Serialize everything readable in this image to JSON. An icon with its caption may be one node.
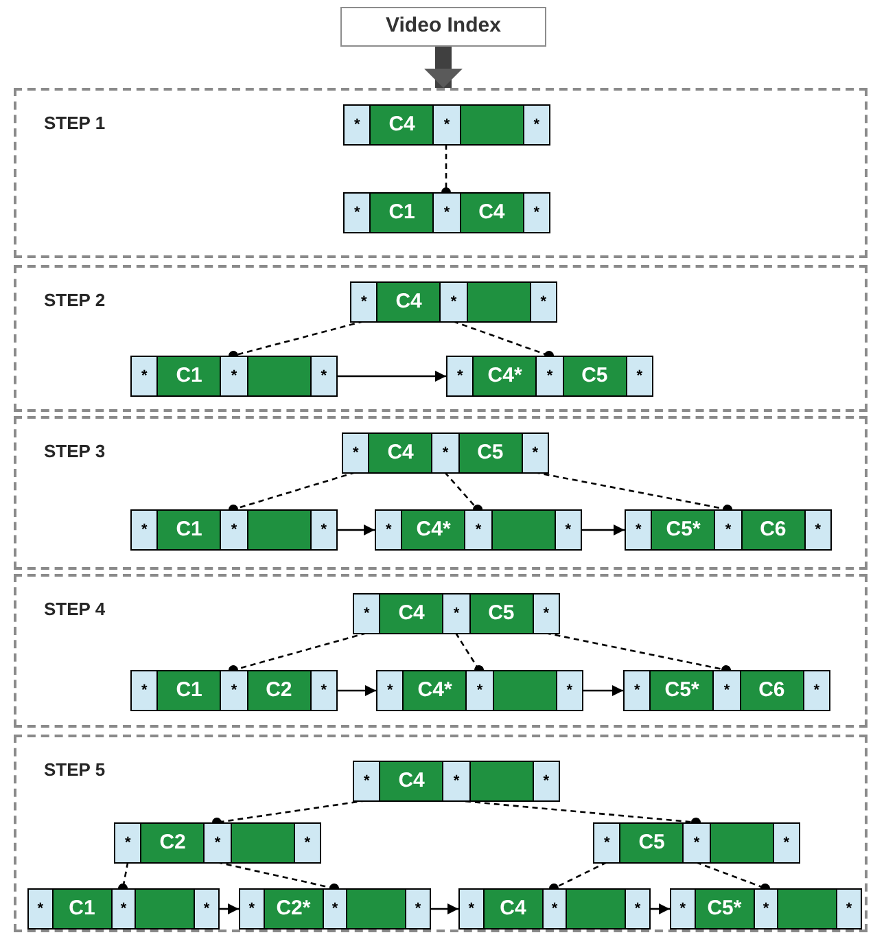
{
  "diagram": {
    "nodes": [
      {
        "text": [
          "Video Index"
        ]
      },
      {
        "text": [
          "STEP 1"
        ]
      },
      {
        "text": [],
        "shape": "box",
        "in": 1
      },
      {
        "text": [
          "*"
        ],
        "in": 2
      },
      {
        "text": [
          "C4"
        ],
        "in": 2
      },
      {
        "text": [
          "*"
        ],
        "in": 2
      },
      {
        "text": [],
        "shape": "box",
        "in": 2
      },
      {
        "text": [
          "*"
        ],
        "in": 2
      },
      {
        "text": [],
        "shape": "box",
        "in": 1
      },
      {
        "text": [
          "*"
        ],
        "in": 8
      },
      {
        "text": [
          "C1"
        ],
        "in": 8
      },
      {
        "text": [
          "*"
        ],
        "in": 8
      },
      {
        "text": [
          "C4"
        ],
        "in": 8
      },
      {
        "text": [
          "*"
        ],
        "in": 8
      },
      {
        "text": [
          "STEP 2"
        ]
      },
      {
        "text": [],
        "shape": "box",
        "in": 14
      },
      {
        "text": [
          "*"
        ],
        "in": 15
      },
      {
        "text": [
          "C4"
        ],
        "in": 15
      },
      {
        "text": [
          "*"
        ],
        "in": 15
      },
      {
        "text": [],
        "shape": "box",
        "in": 15
      },
      {
        "text": [
          "*"
        ],
        "in": 15
      },
      {
        "text": [],
        "shape": "box",
        "in": 14
      },
      {
        "text": [
          "*"
        ],
        "in": 21
      },
      {
        "text": [
          "C1"
        ],
        "in": 21
      },
      {
        "text": [
          "*"
        ],
        "in": 21
      },
      {
        "text": [],
        "shape": "box",
        "in": 21
      },
      {
        "text": [
          "*"
        ],
        "in": 21
      },
      {
        "text": [],
        "shape": "box",
        "in": 14
      },
      {
        "text": [
          "*"
        ],
        "in": 27
      },
      {
        "text": [
          "C4*"
        ],
        "in": 27
      },
      {
        "text": [
          "*"
        ],
        "in": 27
      },
      {
        "text": [
          "C5"
        ],
        "in": 27
      },
      {
        "text": [
          "*"
        ],
        "in": 27
      },
      {
        "text": [
          "STEP 3"
        ]
      },
      {
        "text": [],
        "shape": "box",
        "in": 33
      },
      {
        "text": [
          "*"
        ],
        "in": 34
      },
      {
        "text": [
          "C4"
        ],
        "in": 34
      },
      {
        "text": [
          "*"
        ],
        "in": 34
      },
      {
        "text": [
          "C5"
        ],
        "in": 34
      },
      {
        "text": [
          "*"
        ],
        "in": 34
      },
      {
        "text": [],
        "shape": "box",
        "in": 33
      },
      {
        "text": [
          "*"
        ],
        "in": 40
      },
      {
        "text": [
          "C1"
        ],
        "in": 40
      },
      {
        "text": [
          "*"
        ],
        "in": 40
      },
      {
        "text": [],
        "shape": "box",
        "in": 40
      },
      {
        "text": [
          "*"
        ],
        "in": 40
      },
      {
        "text": [],
        "shape": "box",
        "in": 33
      },
      {
        "text": [
          "*"
        ],
        "in": 46
      },
      {
        "text": [
          "C4*"
        ],
        "in": 46
      },
      {
        "text": [
          "*"
        ],
        "in": 46
      },
      {
        "text": [],
        "shape": "box",
        "in": 46
      },
      {
        "text": [
          "*"
        ],
        "in": 46
      },
      {
        "text": [],
        "shape": "box",
        "in": 33
      },
      {
        "text": [
          "*"
        ],
        "in": 52
      },
      {
        "text": [
          "C5*"
        ],
        "in": 52
      },
      {
        "text": [
          "*"
        ],
        "in": 52
      },
      {
        "text": [
          "C6"
        ],
        "in": 52
      },
      {
        "text": [
          "*"
        ],
        "in": 52
      },
      {
        "text": [
          "STEP 4"
        ]
      },
      {
        "text": [],
        "shape": "box",
        "in": 58
      },
      {
        "text": [
          "*"
        ],
        "in": 59
      },
      {
        "text": [
          "C4"
        ],
        "in": 59
      },
      {
        "text": [
          "*"
        ],
        "in": 59
      },
      {
        "text": [
          "C5"
        ],
        "in": 59
      },
      {
        "text": [
          "*"
        ],
        "in": 59
      },
      {
        "text": [],
        "shape": "box",
        "in": 58
      },
      {
        "text": [
          "*"
        ],
        "in": 65
      },
      {
        "text": [
          "C1"
        ],
        "in": 65
      },
      {
        "text": [
          "*"
        ],
        "in": 65
      },
      {
        "text": [
          "C2"
        ],
        "in": 65
      },
      {
        "text": [
          "*"
        ],
        "in": 65
      },
      {
        "text": [],
        "shape": "box",
        "in": 58
      },
      {
        "text": [
          "*"
        ],
        "in": 71
      },
      {
        "text": [
          "C4*"
        ],
        "in": 71
      },
      {
        "text": [
          "*"
        ],
        "in": 71
      },
      {
        "text": [],
        "shape": "box",
        "in": 71
      },
      {
        "text": [
          "*"
        ],
        "in": 71
      },
      {
        "text": [],
        "shape": "box",
        "in": 58
      },
      {
        "text": [
          "*"
        ],
        "in": 77
      },
      {
        "text": [
          "C5*"
        ],
        "in": 77
      },
      {
        "text": [
          "*"
        ],
        "in": 77
      },
      {
        "text": [
          "C6"
        ],
        "in": 77
      },
      {
        "text": [
          "*"
        ],
        "in": 77
      },
      {
        "text": [
          "STEP 5"
        ]
      },
      {
        "text": [],
        "shape": "box",
        "in": 83
      },
      {
        "text": [
          "*"
        ],
        "in": 84
      },
      {
        "text": [
          "C4"
        ],
        "in": 84
      },
      {
        "text": [
          "*"
        ],
        "in": 84
      },
      {
        "text": [],
        "shape": "box",
        "in": 84
      },
      {
        "text": [
          "*"
        ],
        "in": 84
      },
      {
        "text": [],
        "shape": "box",
        "in": 83
      },
      {
        "text": [
          "*"
        ],
        "in": 90
      },
      {
        "text": [
          "C2"
        ],
        "in": 90
      },
      {
        "text": [
          "*"
        ],
        "in": 90
      },
      {
        "text": [],
        "shape": "box",
        "in": 90
      },
      {
        "text": [
          "*"
        ],
        "in": 90
      },
      {
        "text": [],
        "shape": "box",
        "in": 83
      },
      {
        "text": [
          "*"
        ],
        "in": 96
      },
      {
        "text": [
          "C5"
        ],
        "in": 96
      },
      {
        "text": [
          "*"
        ],
        "in": 96
      },
      {
        "text": [],
        "shape": "box",
        "in": 96
      },
      {
        "text": [
          "*"
        ],
        "in": 96
      },
      {
        "text": [],
        "shape": "box",
        "in": 83
      },
      {
        "text": [
          "*"
        ],
        "in": 102
      },
      {
        "text": [
          "C1"
        ],
        "in": 102
      },
      {
        "text": [
          "*"
        ],
        "in": 102
      },
      {
        "text": [],
        "shape": "box",
        "in": 102
      },
      {
        "text": [
          "*"
        ],
        "in": 102
      },
      {
        "text": [],
        "shape": "box",
        "in": 83
      },
      {
        "text": [
          "*"
        ],
        "in": 108
      },
      {
        "text": [
          "C2*"
        ],
        "in": 108
      },
      {
        "text": [
          "*"
        ],
        "in": 108
      },
      {
        "text": [],
        "shape": "box",
        "in": 108
      },
      {
        "text": [
          "*"
        ],
        "in": 108
      },
      {
        "text": [],
        "shape": "box",
        "in": 83
      },
      {
        "text": [
          "*"
        ],
        "in": 114
      },
      {
        "text": [
          "C4"
        ],
        "in": 114
      },
      {
        "text": [
          "*"
        ],
        "in": 114
      },
      {
        "text": [],
        "shape": "box",
        "in": 114
      },
      {
        "text": [
          "*"
        ],
        "in": 114
      },
      {
        "text": [],
        "shape": "box",
        "in": 83
      },
      {
        "text": [
          "*"
        ],
        "in": 120
      },
      {
        "text": [
          "C5*"
        ],
        "in": 120
      },
      {
        "text": [
          "*"
        ],
        "in": 120
      },
      {
        "text": [],
        "shape": "box",
        "in": 120
      },
      {
        "text": [
          "*"
        ],
        "in": 120
      }
    ],
    "edges": [
      {
        "from": 0,
        "to": 1,
        "arrow": "to",
        "style": "thick",
        "color": "#404040"
      },
      {
        "from": 5,
        "to": 8,
        "arrow": "other",
        "style": "dashed"
      },
      {
        "from": 16,
        "to": 21,
        "arrow": "other",
        "style": "dashed"
      },
      {
        "from": 18,
        "to": 27,
        "arrow": "other",
        "style": "dashed"
      },
      {
        "from": 26,
        "to": 27,
        "arrow": "to"
      },
      {
        "from": 35,
        "to": 40,
        "arrow": "other",
        "style": "dashed"
      },
      {
        "from": 37,
        "to": 46,
        "arrow": "other",
        "style": "dashed"
      },
      {
        "from": 39,
        "to": 52,
        "arrow": "other",
        "style": "dashed"
      },
      {
        "from": 45,
        "to": 46,
        "arrow": "to"
      },
      {
        "from": 51,
        "to": 52,
        "arrow": "to"
      },
      {
        "from": 60,
        "to": 65,
        "arrow": "other",
        "style": "dashed"
      },
      {
        "from": 62,
        "to": 71,
        "arrow": "other",
        "style": "dashed"
      },
      {
        "from": 64,
        "to": 77,
        "arrow": "other",
        "style": "dashed"
      },
      {
        "from": 70,
        "to": 71,
        "arrow": "to"
      },
      {
        "from": 76,
        "to": 77,
        "arrow": "to"
      },
      {
        "from": 85,
        "to": 90,
        "arrow": "other",
        "style": "dashed"
      },
      {
        "from": 87,
        "to": 96,
        "arrow": "other",
        "style": "dashed"
      },
      {
        "from": 91,
        "to": 102,
        "arrow": "other",
        "style": "dashed"
      },
      {
        "from": 93,
        "to": 108,
        "arrow": "other",
        "style": "dashed"
      },
      {
        "from": 97,
        "to": 114,
        "arrow": "other",
        "style": "dashed"
      },
      {
        "from": 99,
        "to": 120,
        "arrow": "other",
        "style": "dashed"
      },
      {
        "from": 107,
        "to": 108,
        "arrow": "to"
      },
      {
        "from": 113,
        "to": 114,
        "arrow": "to"
      },
      {
        "from": 119,
        "to": 120,
        "arrow": "to"
      }
    ]
  }
}
